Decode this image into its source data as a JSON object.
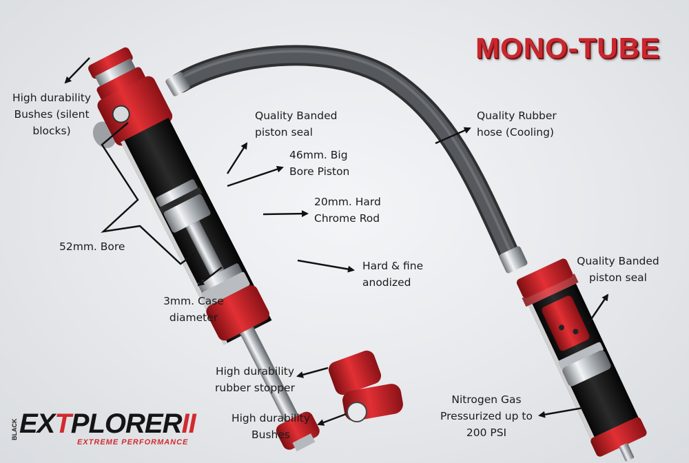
{
  "title": "MONO-TUBE",
  "labels": {
    "bushes_silent": "High durability\nBushes (silent\nblocks)",
    "piston_seal_left": "Quality Banded\npiston seal",
    "big_bore_piston": "46mm. Big\nBore Piston",
    "chrome_rod": "20mm. Hard\nChrome Rod",
    "bore": "52mm. Bore",
    "anodized": "Hard & fine\nanodized",
    "case_diameter": "3mm. Case\ndiameter",
    "rubber_stopper": "High durability\nrubber stopper",
    "bushes": "High durability\nBushes",
    "rubber_hose": "Quality Rubber\nhose (Cooling)",
    "piston_seal_right": "Quality Banded\npiston seal",
    "nitrogen": "Nitrogen Gas\nPressurized up to\n200 PSI"
  },
  "logo": {
    "small": "BLACK",
    "brand_a": "EX",
    "brand_b": "T",
    "brand_c": "PLORER",
    "brand_d": "II",
    "tagline": "EXTREME PERFORMANCE"
  },
  "colors": {
    "accent_red": "#c9272e",
    "body_black": "#111111",
    "hose_gray": "#4a4d50",
    "chrome": "#c8ccd0"
  }
}
